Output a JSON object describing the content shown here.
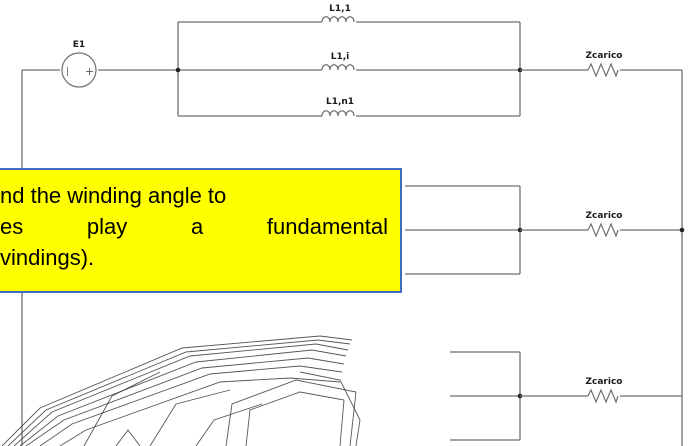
{
  "labels": {
    "source": "E1",
    "inductor_1": "L1,1",
    "inductor_i": "L1,i",
    "inductor_n1": "L1,n1",
    "load_1": "Zcarico",
    "load_2": "Zcarico",
    "load_3": "Zcarico"
  },
  "callout": {
    "line_1": "nd the winding angle to",
    "line_2": "es play a fundamental",
    "line_3": "vindings)."
  }
}
